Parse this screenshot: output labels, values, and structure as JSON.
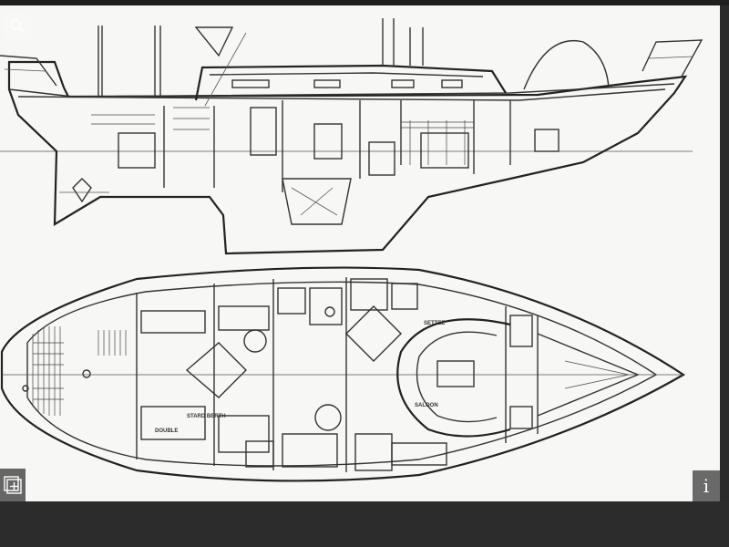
{
  "viewer": {
    "zoom_icon": "magnifier-icon",
    "expand_icon": "plus-square-icon",
    "info_icon": "info-icon",
    "info_label": "i"
  },
  "drawing": {
    "plan_labels": {
      "saloon": "SALOON",
      "double": "DOUBLE",
      "settee": "SETTEE",
      "strd_berth": "STARD BERTH"
    }
  },
  "colors": {
    "paper": "#f7f7f5",
    "ink": "#333333",
    "frame": "#2b2b2b"
  }
}
